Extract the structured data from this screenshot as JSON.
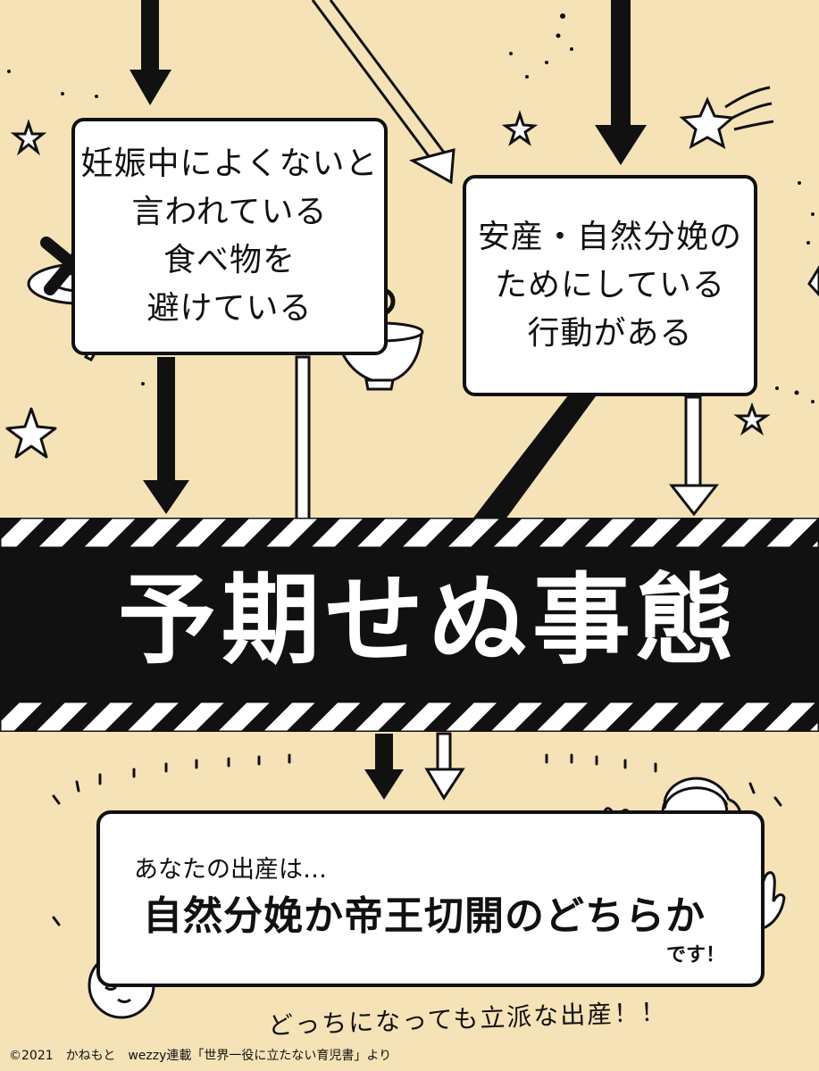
{
  "boxes": {
    "left": "妊娠中によくないと\n言われている\n食べ物を\n避けている",
    "right": "安産・自然分娩の\nためにしている\n行動がある"
  },
  "banner": {
    "title": "予期せぬ事態"
  },
  "result": {
    "intro": "あなたの出産は…",
    "main": "自然分娩か帝王切開のどちらか",
    "end": "です！"
  },
  "tagline": "どっちになっても立派な出産！！",
  "credit": "©2021　かねもと　wezzy連載「世界一役に立たない育児書」より",
  "colors": {
    "background": "#f6e2b7",
    "ink": "#111111",
    "paper": "#ffffff"
  }
}
